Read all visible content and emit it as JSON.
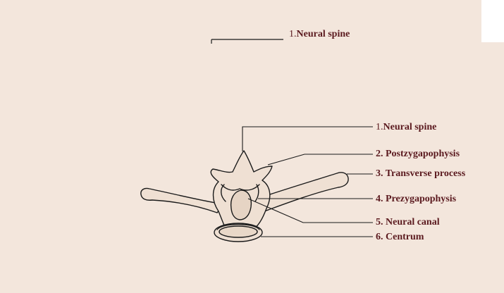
{
  "colors": {
    "background": "#f3e6dc",
    "label_text": "#5b1a1f",
    "line": "#1a1a1a",
    "corner_box": "#ffffff"
  },
  "top_label": {
    "number": "1.",
    "text": "Neural spine"
  },
  "labels": [
    {
      "number": "1.",
      "text": "Neural spine"
    },
    {
      "number": "2.",
      "text": "Postzygapophysis"
    },
    {
      "number": "3.",
      "text": "Transverse process"
    },
    {
      "number": "4.",
      "text": "Prezygapophysis"
    },
    {
      "number": "5.",
      "text": "Neural canal"
    },
    {
      "number": "6.",
      "text": "Centrum"
    }
  ]
}
